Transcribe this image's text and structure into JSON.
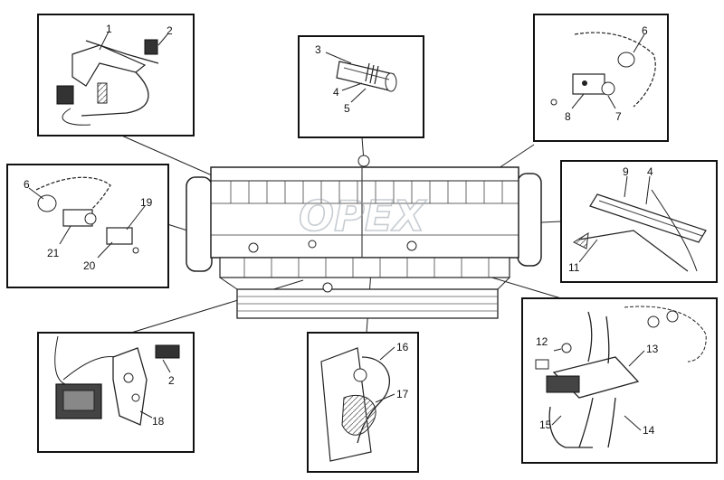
{
  "diagram": {
    "callouts": {
      "c1": "1",
      "c2": "2",
      "c3": "3",
      "c4": "4",
      "c5": "5",
      "c6": "6",
      "c7": "7",
      "c8": "8",
      "c6b": "6",
      "c19": "19",
      "c20": "20",
      "c21": "21",
      "c9": "9",
      "c4b": "4",
      "c11": "11",
      "c2b": "2",
      "c18": "18",
      "c16": "16",
      "c17": "17",
      "c12": "12",
      "c13": "13",
      "c14": "14",
      "c15": "15"
    },
    "watermark": "OPEX"
  }
}
